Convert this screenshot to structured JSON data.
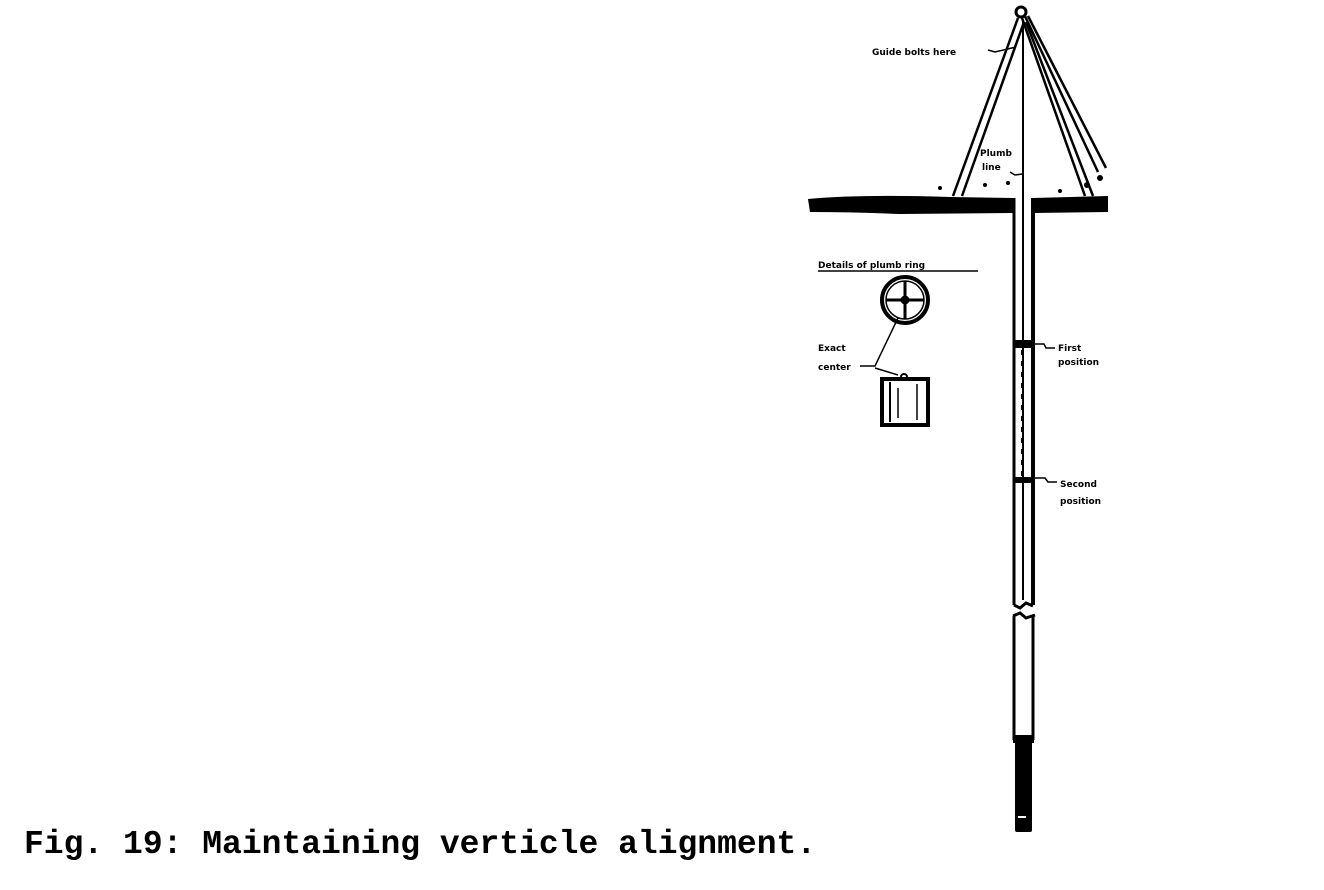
{
  "figure": {
    "caption": "Fig. 19: Maintaining verticle alignment.",
    "labels": {
      "guide_bolts": "Guide bolts here",
      "plumb_line_1": "Plumb",
      "plumb_line_2": "line",
      "details_title": "Details of plumb ring",
      "exact_center_1": "Exact",
      "exact_center_2": "center",
      "first_position_1": "First",
      "first_position_2": "position",
      "second_position_1": "Second",
      "second_position_2": "position"
    }
  }
}
